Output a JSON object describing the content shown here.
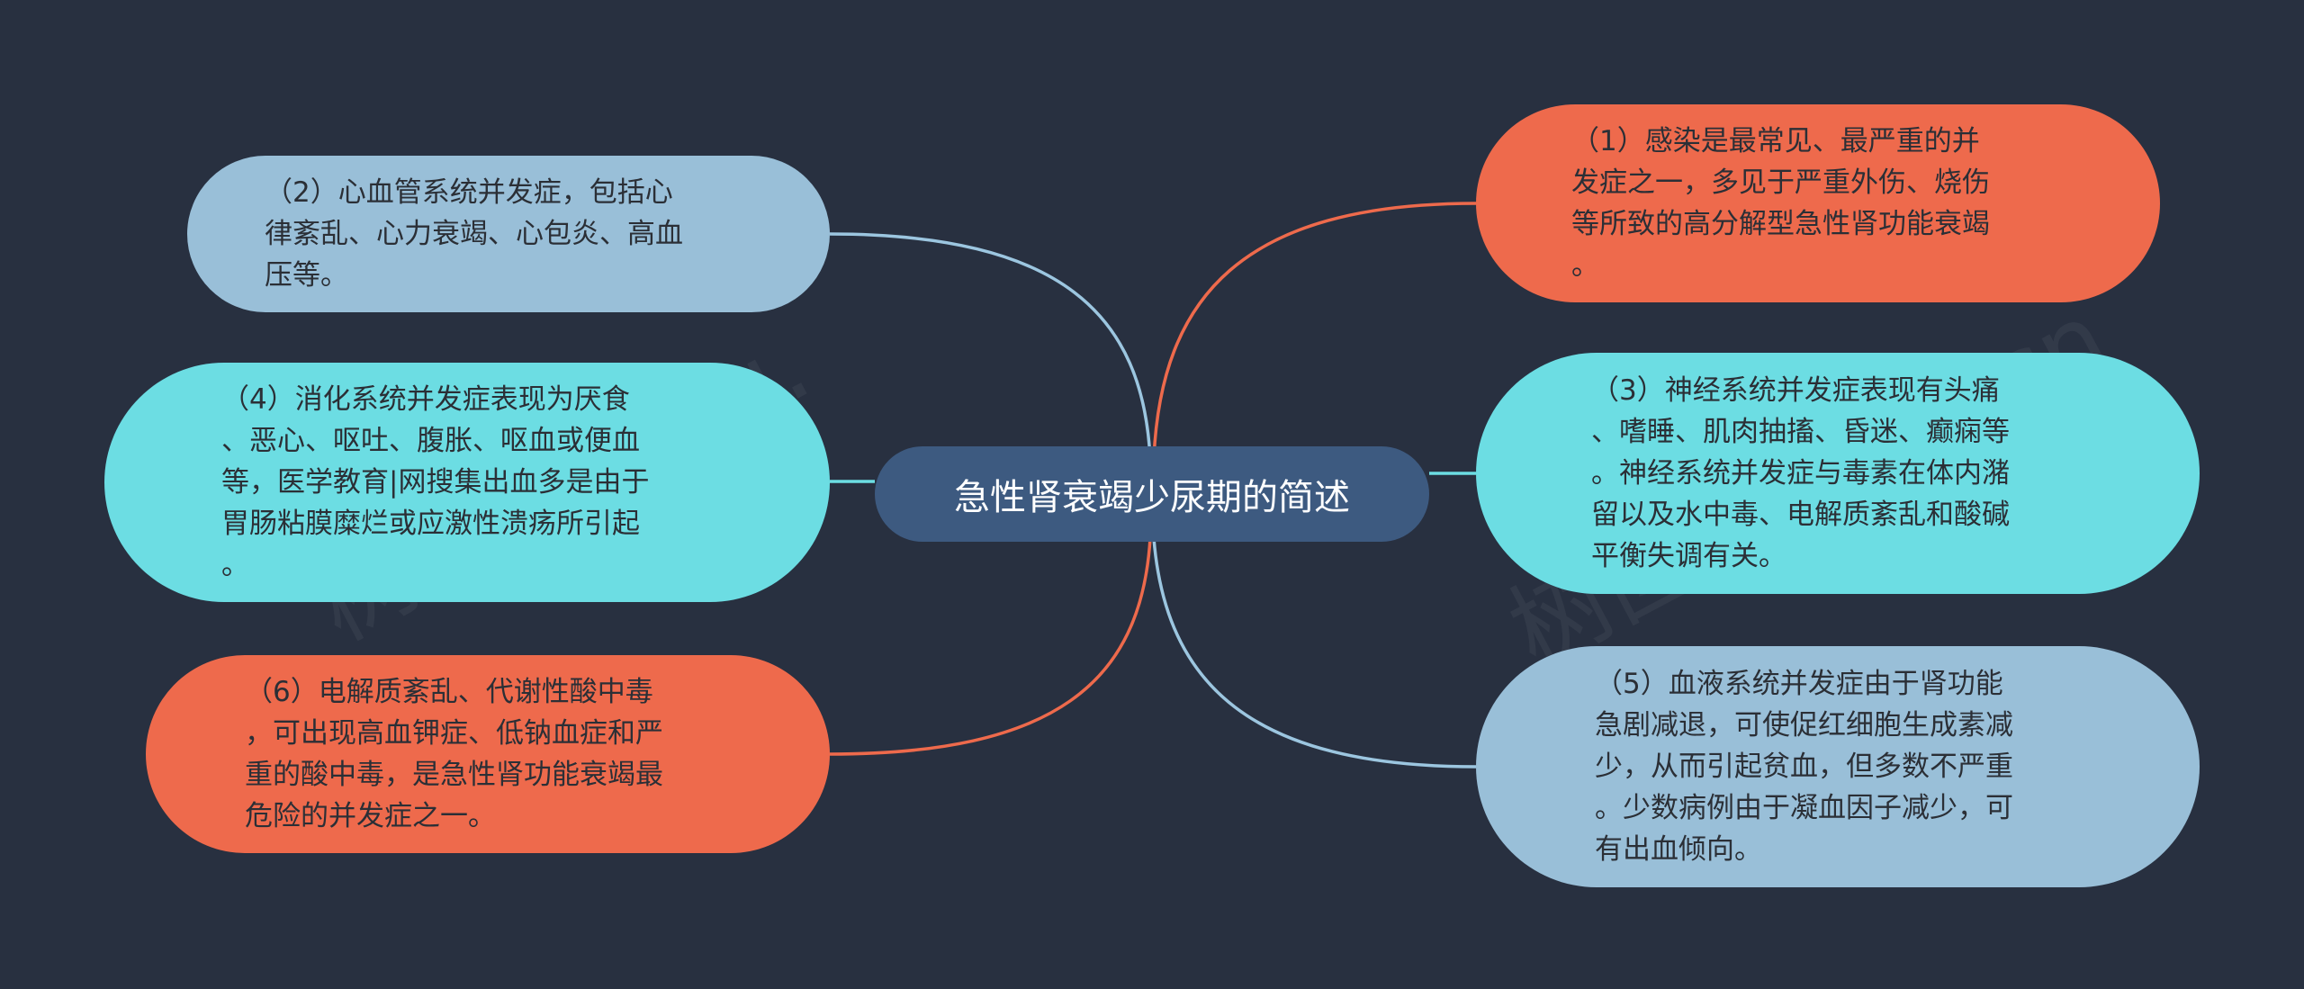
{
  "center": {
    "title": "急性肾衰竭少尿期的简述",
    "color": "#3d5a80"
  },
  "nodes": [
    {
      "text": "（1）感染是最常见、最严重的并\n发症之一，多见于严重外伤、烧伤\n等所致的高分解型急性肾功能衰竭\n。",
      "color": "#ee6a4c",
      "link_color": "#ee6a4c"
    },
    {
      "text": "（2）心血管系统并发症，包括心\n律紊乱、心力衰竭、心包炎、高血\n压等。",
      "color": "#99bfd8",
      "link_color": "#9cc6e0"
    },
    {
      "text": "（3）神经系统并发症表现有头痛\n、嗜睡、肌肉抽搐、昏迷、癫痫等\n。神经系统并发症与毒素在体内潴\n留以及水中毒、电解质紊乱和酸碱\n平衡失调有关。",
      "color": "#6cdde3",
      "link_color": "#6cdde3"
    },
    {
      "text": "（4）消化系统并发症表现为厌食\n、恶心、呕吐、腹胀、呕血或便血\n等，医学教育|网搜集出血多是由于\n胃肠粘膜糜烂或应激性溃疡所引起\n。",
      "color": "#6cdde3",
      "link_color": "#6cdde3"
    },
    {
      "text": "（5）血液系统并发症由于肾功能\n急剧减退，可使促红细胞生成素减\n少，从而引起贫血，但多数不严重\n。少数病例由于凝血因子减少，可\n有出血倾向。",
      "color": "#99bfd8",
      "link_color": "#9cc6e0"
    },
    {
      "text": "（6）电解质紊乱、代谢性酸中毒\n，可出现高血钾症、低钠血症和严\n重的酸中毒，是急性肾功能衰竭最\n危险的并发症之一。",
      "color": "#ee6a4c",
      "link_color": "#ee6a4c"
    }
  ],
  "watermark": {
    "left": "树图 shutu.",
    "right": "树图 shutu.cn"
  }
}
